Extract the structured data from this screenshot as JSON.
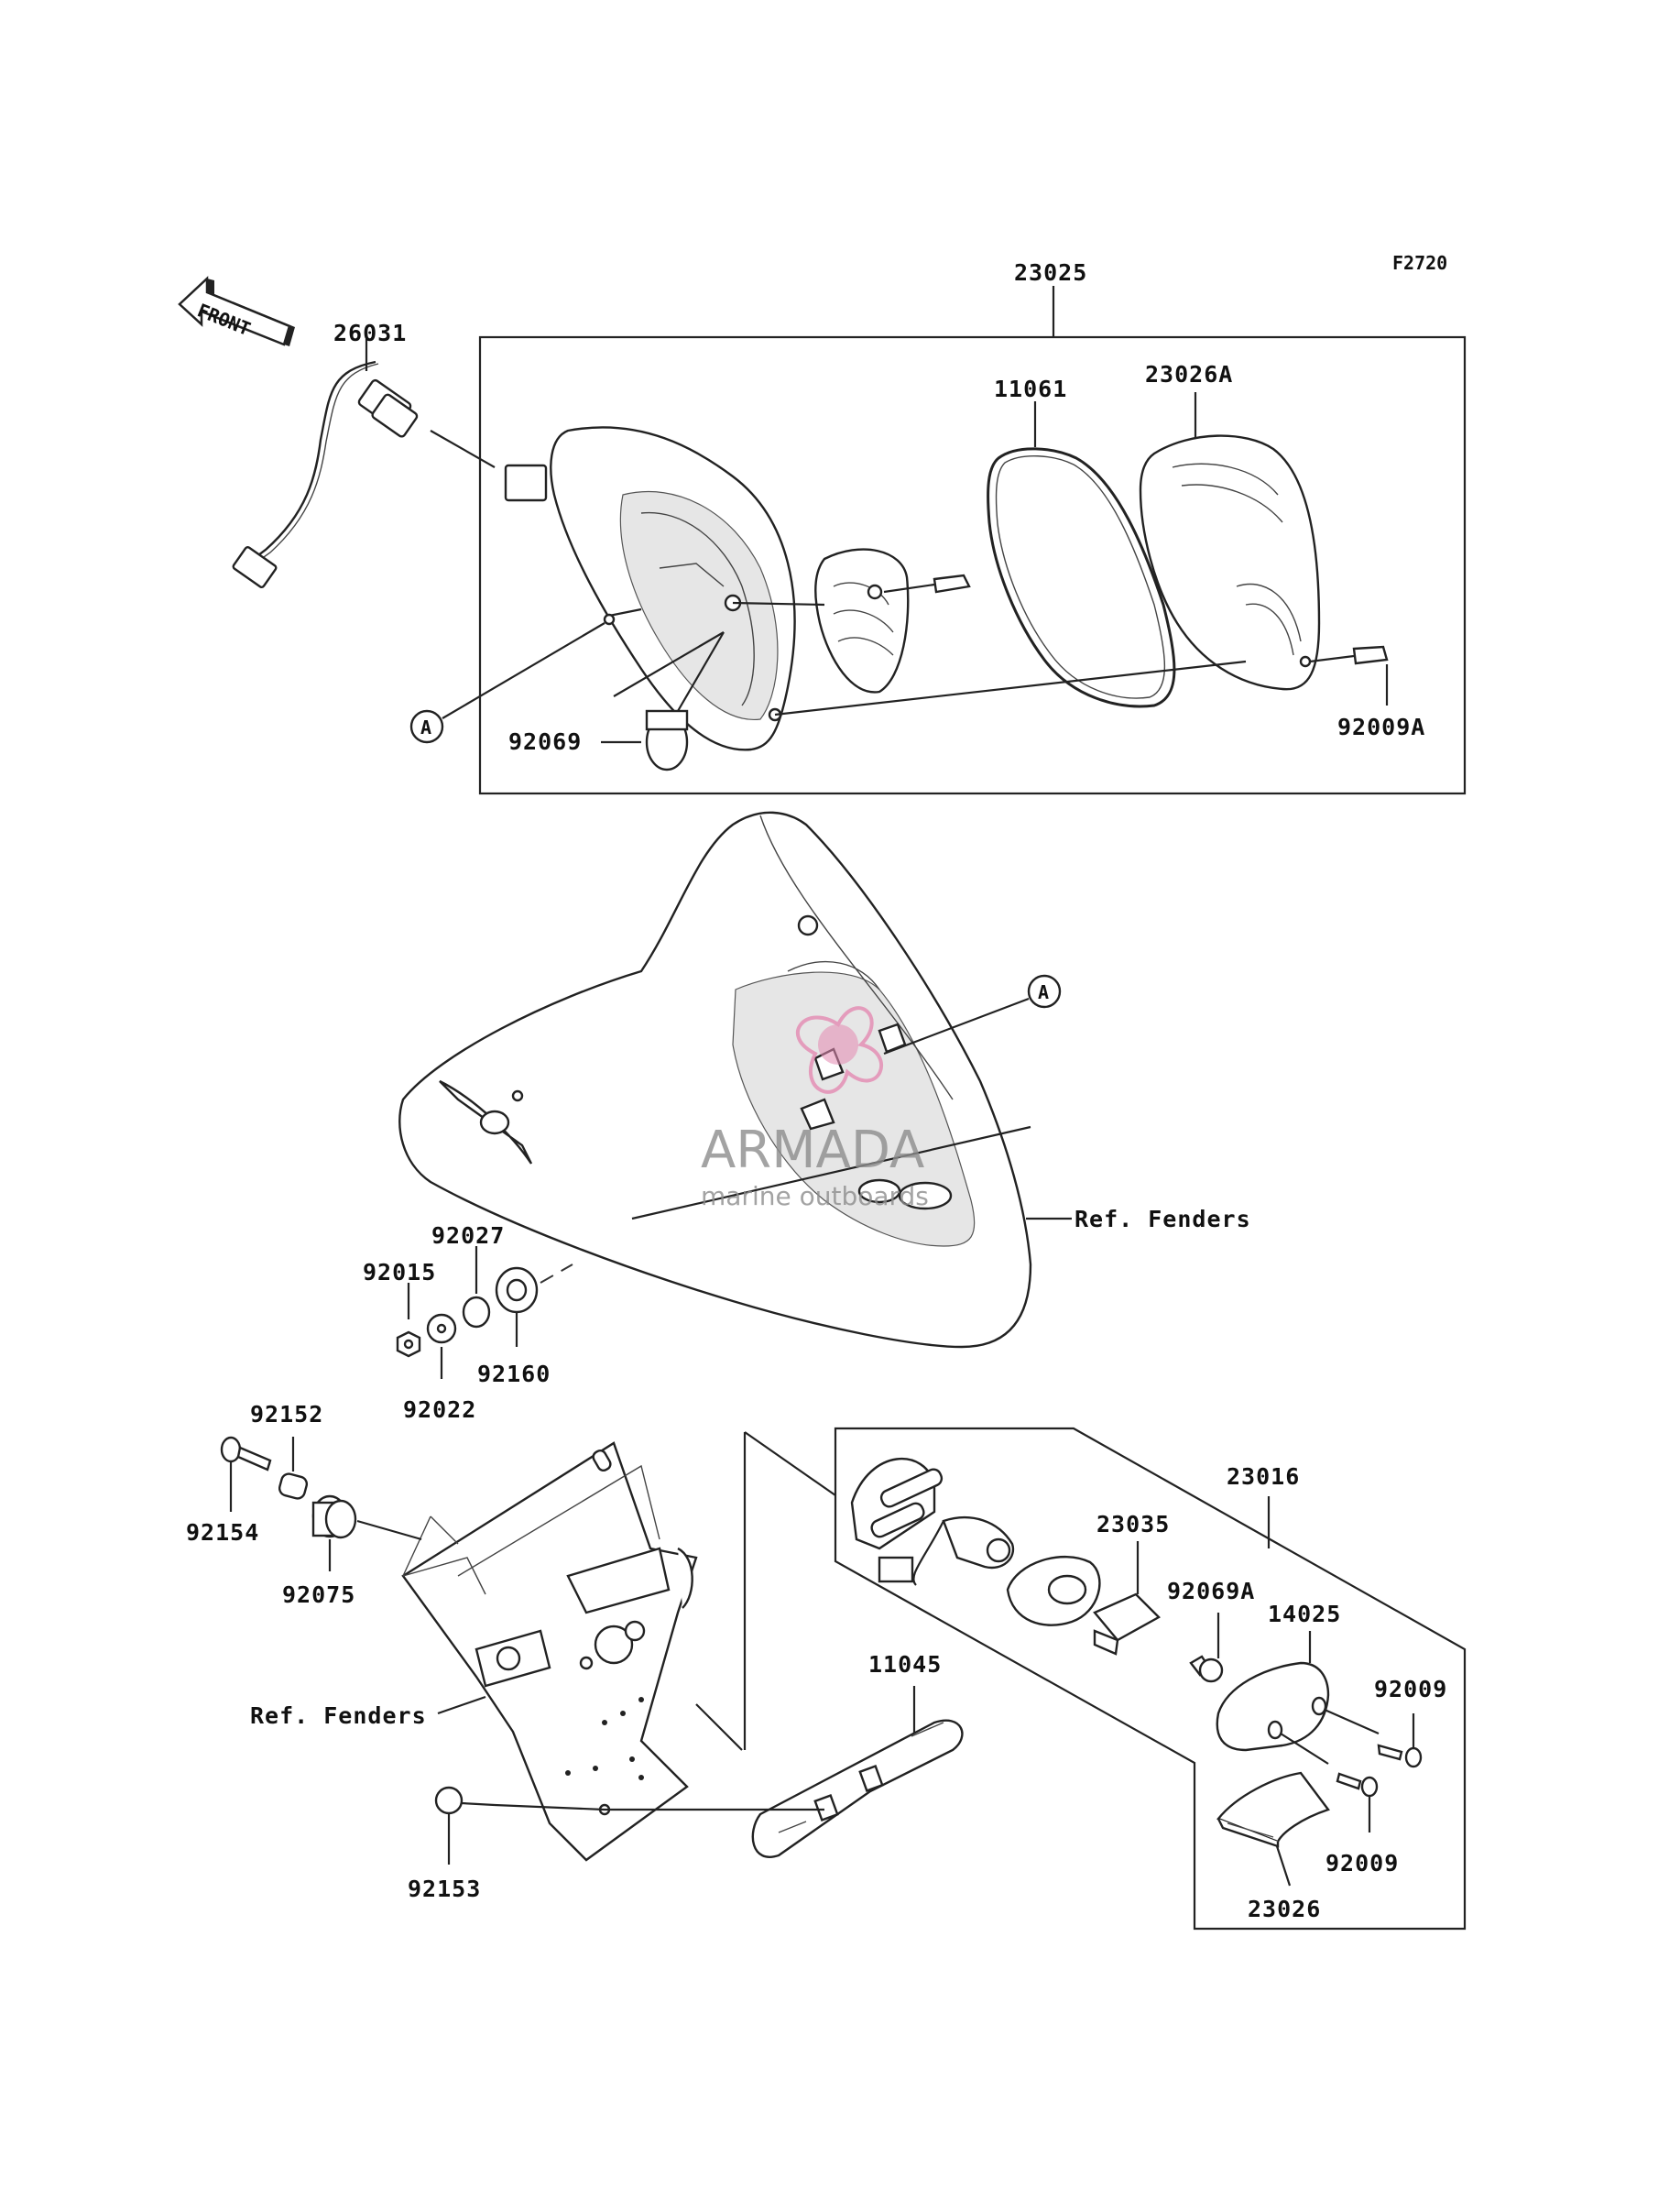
{
  "figure_code": "F2720",
  "front_label": "FRONT",
  "reference_marker": "A",
  "ref_fenders_label": "Ref. Fenders",
  "watermark": {
    "brand": "ARMADA",
    "tagline": "marine outboards",
    "accent_color": "#e48ab2"
  },
  "parts": {
    "p23025": "23025",
    "p26031": "26031",
    "p11061": "11061",
    "p23026A": "23026A",
    "p92069": "92069",
    "p92009A": "92009A",
    "p92027": "92027",
    "p92015": "92015",
    "p92022": "92022",
    "p92160": "92160",
    "p92152": "92152",
    "p92154": "92154",
    "p92075": "92075",
    "p23016": "23016",
    "p23035": "23035",
    "p92069A": "92069A",
    "p14025": "14025",
    "p92009a": "92009",
    "p92009b": "92009",
    "p11045": "11045",
    "p92153": "92153",
    "p23026": "23026"
  }
}
